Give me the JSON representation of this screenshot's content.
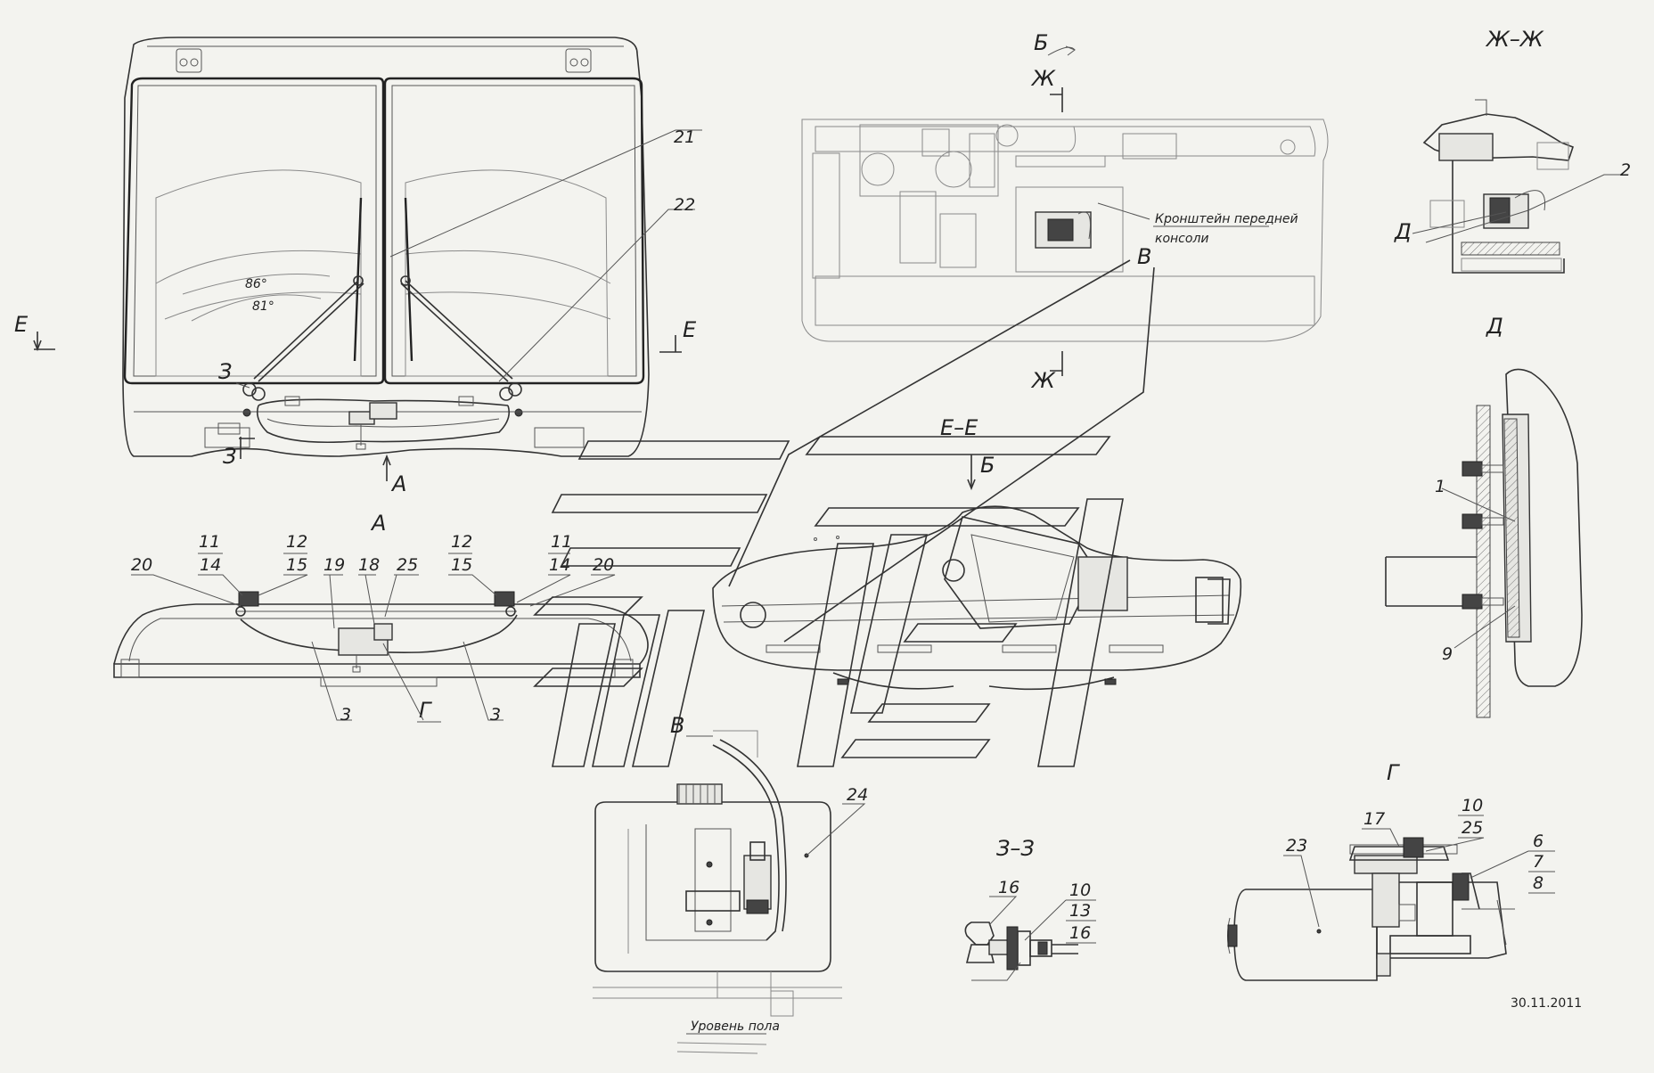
{
  "views": {
    "e_marker_left": "Е",
    "e_marker_right": "Е",
    "z_marker_top": "З",
    "z_marker_bottom": "З",
    "a_arrow": "А",
    "angle_outer": "86°",
    "angle_inner": "81°",
    "view_a_title": "А",
    "b_arrow": "Б",
    "zh_marker_top": "Ж",
    "zh_marker_bottom": "Ж",
    "v_marker_top": "В",
    "bracket_note_line1": "Кронштейн передней",
    "bracket_note_line2": "консоли",
    "zh_zh_title": "Ж–Ж",
    "d_marker": "Д",
    "d_title": "Д",
    "e_e_title": "Е–Е",
    "b_section_arrow": "Б",
    "v_detail_title": "В",
    "floor_level": "Уровень пола",
    "z_z_title": "З–З",
    "g_title": "Г",
    "g_marker": "Г",
    "date_stamp": "30.11.2011"
  },
  "callouts": {
    "c21": "21",
    "c22": "22",
    "c2": "2",
    "c1": "1",
    "c9": "9",
    "c20_left": "20",
    "c11_left": "11",
    "c14_left": "14",
    "c12_left": "12",
    "c15_left": "15",
    "c19": "19",
    "c18": "18",
    "c25_a": "25",
    "c12_right": "12",
    "c15_right": "15",
    "c11_right": "11",
    "c14_right": "14",
    "c20_right": "20",
    "c3_left": "3",
    "c3_right": "3",
    "c24": "24",
    "c16_a": "16",
    "c10_z": "10",
    "c13": "13",
    "c16_b": "16",
    "c17": "17",
    "c10_g": "10",
    "c25_g": "25",
    "c23": "23",
    "c6": "6",
    "c7": "7",
    "c8": "8"
  },
  "colors": {
    "paper": "#f3f3ef",
    "line": "#333333"
  }
}
